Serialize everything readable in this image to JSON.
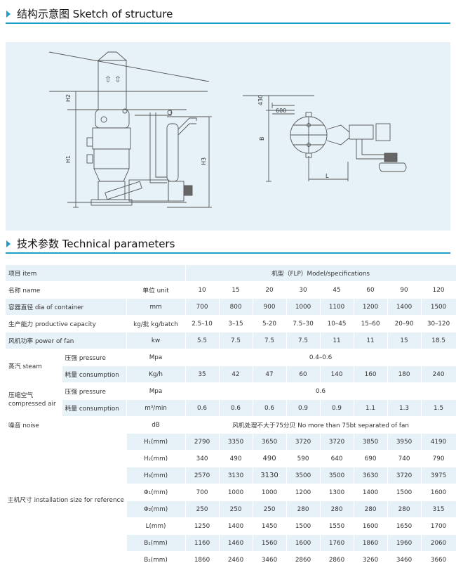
{
  "sections": {
    "sketch_title": "结构示意图   Sketch of structure",
    "tech_title": "技术参数   Technical parameters"
  },
  "sketch": {
    "left_labels": {
      "h1": "H1",
      "h2": "H2",
      "h3": "H3"
    },
    "right_labels": {
      "d430": "430",
      "d600": "600",
      "b": "B",
      "l": "L"
    }
  },
  "table": {
    "header_item": "项目 item",
    "header_spec": "机型（FLP）Model/specifications",
    "name_label": "名称 name",
    "unit_label": "单位 unit",
    "models": [
      "10",
      "15",
      "20",
      "30",
      "45",
      "60",
      "90",
      "120"
    ],
    "rows": [
      {
        "label": "容器直径 dia of container",
        "unit": "mm",
        "values": [
          "700",
          "800",
          "900",
          "1000",
          "1100",
          "1200",
          "1400",
          "1500"
        ]
      },
      {
        "label": "生产能力 productive capacity",
        "unit": "kg/批 kg/batch",
        "values": [
          "2.5–10",
          "3–15",
          "5-20",
          "7.5–30",
          "10–45",
          "15–60",
          "20–90",
          "30–120"
        ]
      },
      {
        "label": "风机功率 power of fan",
        "unit": "kw",
        "values": [
          "5.5",
          "7.5",
          "7.5",
          "7.5",
          "11",
          "11",
          "15",
          "18.5"
        ]
      }
    ],
    "steam": {
      "label": "蒸汽 steam",
      "pressure_label": "压强 pressure",
      "pressure_unit": "Mpa",
      "pressure_value": "0.4–0.6",
      "consumption_label": "耗量 consumption",
      "consumption_unit": "Kg/h",
      "consumption_values": [
        "35",
        "42",
        "47",
        "60",
        "140",
        "160",
        "180",
        "240"
      ]
    },
    "air": {
      "label": "压缩空气 compressed air",
      "pressure_label": "压强 pressure",
      "pressure_unit": "Mpa",
      "pressure_value": "0.6",
      "consumption_label": "耗量 consumption",
      "consumption_unit": "m³/min",
      "consumption_values": [
        "0.6",
        "0.6",
        "0.6",
        "0.9",
        "0.9",
        "1.1",
        "1.3",
        "1.5"
      ]
    },
    "noise": {
      "label": "噪音 noise",
      "unit": "dB",
      "value": "风机处理不大于75分贝 No more than 75bt separated of fan"
    },
    "dims": {
      "label": "主机尺寸 installation size for reference",
      "rows": [
        {
          "unit": "H₁(mm)",
          "values": [
            "2790",
            "3350",
            "3650",
            "3720",
            "3720",
            "3850",
            "3950",
            "4190"
          ]
        },
        {
          "unit": "H₂(mm)",
          "values": [
            "340",
            "490",
            "490",
            "590",
            "640",
            "690",
            "740",
            "790"
          ]
        },
        {
          "unit": "H₃(mm)",
          "values": [
            "2570",
            "3130",
            "3130",
            "3500",
            "3500",
            "3630",
            "3720",
            "3975"
          ]
        },
        {
          "unit": "Φ₁(mm)",
          "values": [
            "700",
            "1000",
            "1000",
            "1200",
            "1300",
            "1400",
            "1500",
            "1600"
          ]
        },
        {
          "unit": "Φ₂(mm)",
          "values": [
            "250",
            "250",
            "250",
            "280",
            "280",
            "280",
            "280",
            "315"
          ]
        },
        {
          "unit": "L(mm)",
          "values": [
            "1250",
            "1400",
            "1450",
            "1500",
            "1550",
            "1600",
            "1650",
            "1700"
          ]
        },
        {
          "unit": "B₁(mm)",
          "values": [
            "1160",
            "1460",
            "1560",
            "1600",
            "1760",
            "1860",
            "1960",
            "2060"
          ]
        },
        {
          "unit": "B₂(mm)",
          "values": [
            "1860",
            "2460",
            "3460",
            "2860",
            "2860",
            "3260",
            "3460",
            "3660"
          ]
        }
      ]
    }
  }
}
